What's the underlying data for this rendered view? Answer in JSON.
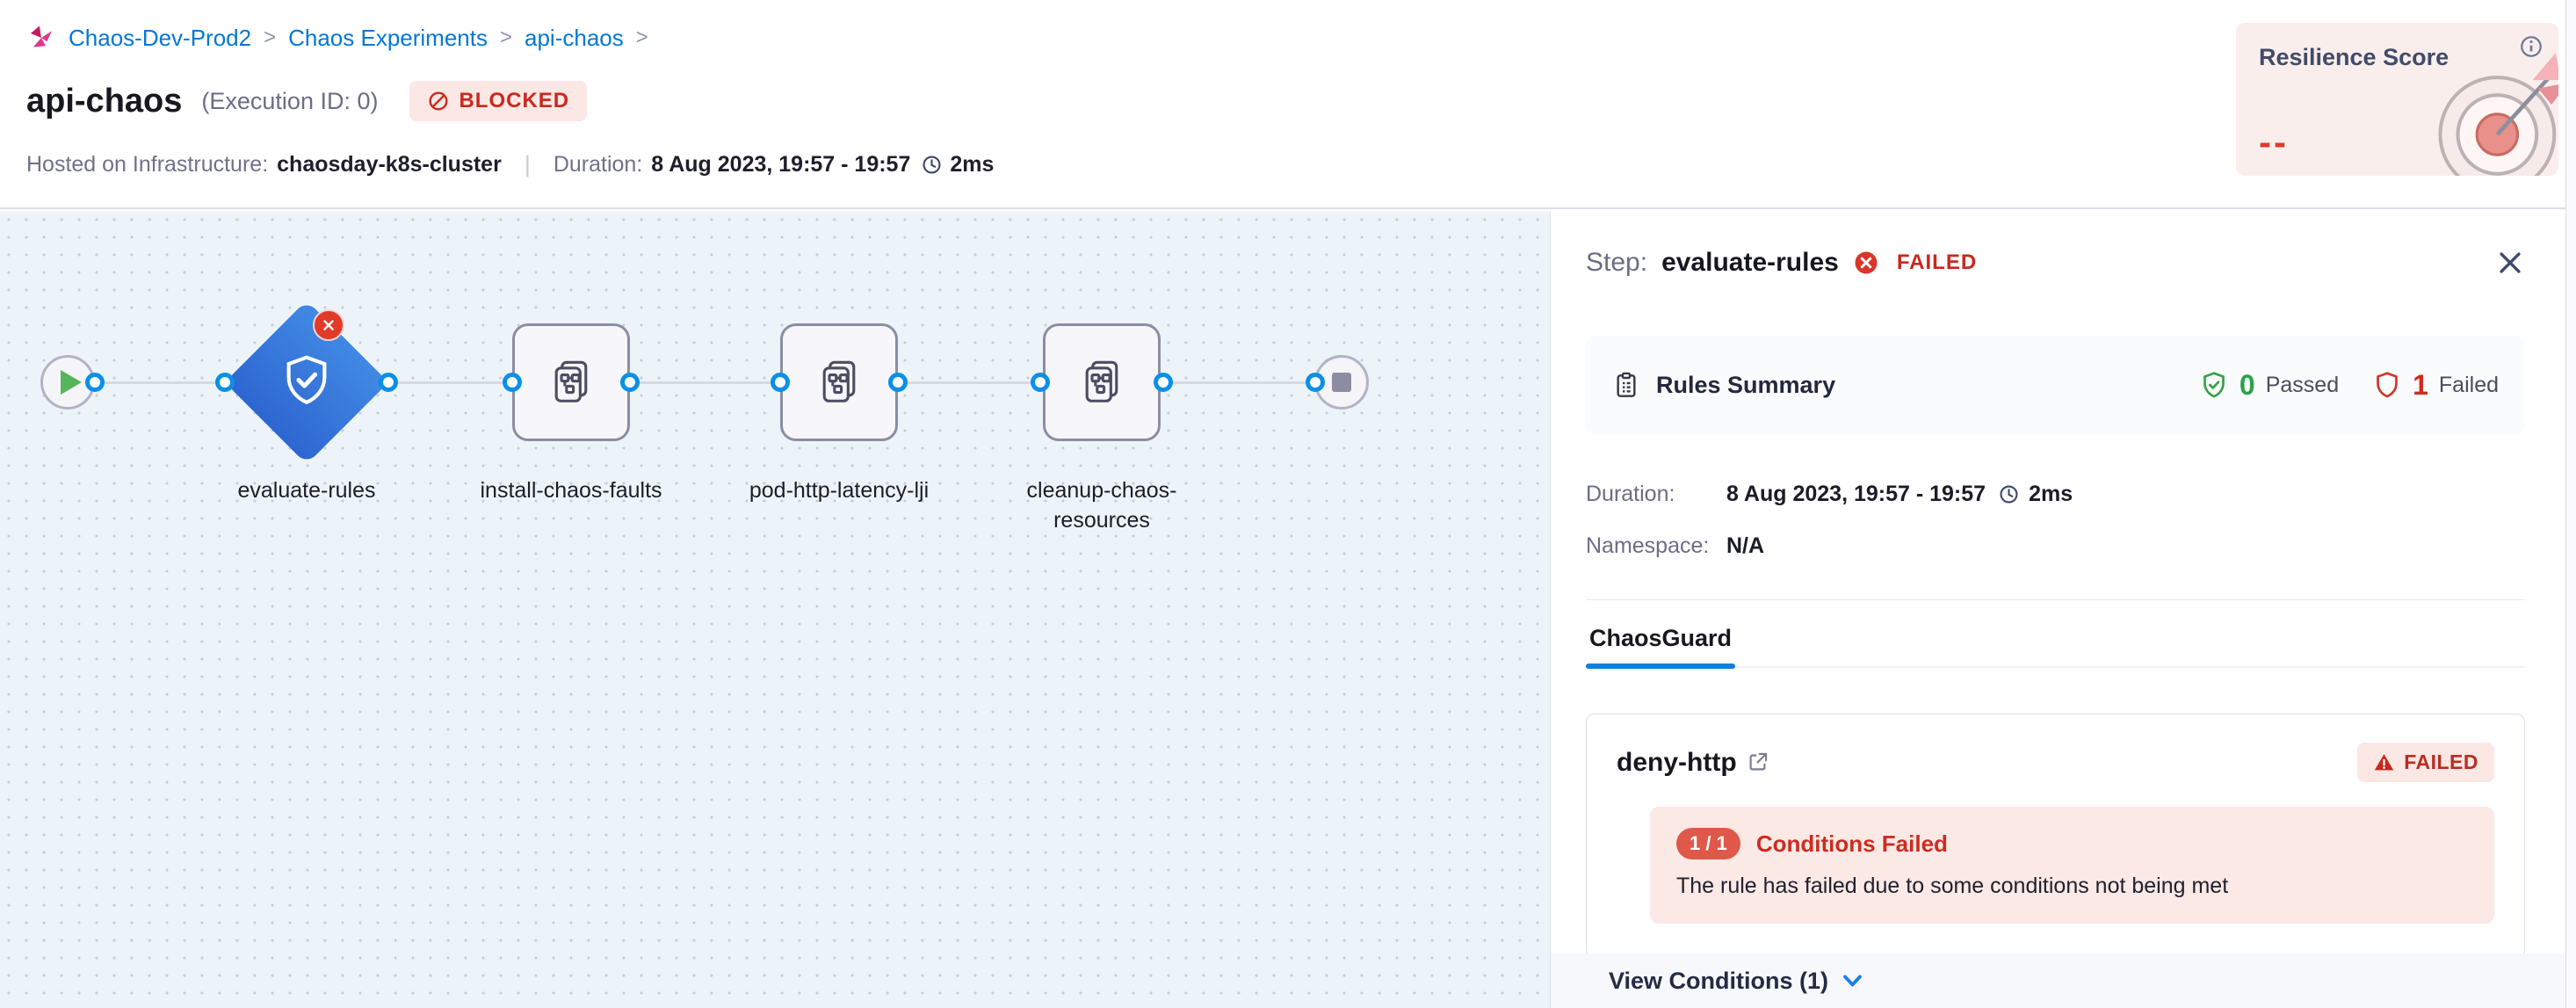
{
  "header": {
    "breadcrumb": {
      "items": [
        "Chaos-Dev-Prod2",
        "Chaos Experiments",
        "api-chaos"
      ],
      "separator": ">"
    },
    "title": "api-chaos",
    "execution_id": "(Execution ID: 0)",
    "status_badge": "BLOCKED",
    "infra_label": "Hosted on Infrastructure:",
    "infra_value": "chaosday-k8s-cluster",
    "duration_label": "Duration:",
    "duration_value": "8 Aug 2023, 19:57 - 19:57",
    "duration_total": "2ms",
    "resilience_card": {
      "title": "Resilience Score",
      "score": "--"
    }
  },
  "pipeline": {
    "nodes": [
      {
        "type": "start-node"
      },
      {
        "type": "guard-step",
        "label": "evaluate-rules",
        "status": "failed"
      },
      {
        "type": "fault-step",
        "label": "install-chaos-faults"
      },
      {
        "type": "fault-step",
        "label": "pod-http-latency-lji"
      },
      {
        "type": "fault-step",
        "label": "cleanup-chaos-resources"
      },
      {
        "type": "end-node"
      }
    ]
  },
  "panel": {
    "step_label": "Step:",
    "step_name": "evaluate-rules",
    "step_status": "FAILED",
    "rules_summary": {
      "title": "Rules Summary",
      "passed_count": "0",
      "passed_label": "Passed",
      "failed_count": "1",
      "failed_label": "Failed"
    },
    "duration_label": "Duration:",
    "duration_value": "8 Aug 2023, 19:57 - 19:57",
    "duration_total": "2ms",
    "namespace_label": "Namespace:",
    "namespace_value": "N/A",
    "active_tab": "ChaosGuard",
    "rule": {
      "name": "deny-http",
      "status": "FAILED",
      "conditions_ratio": "1 / 1",
      "conditions_title": "Conditions Failed",
      "conditions_message": "The rule has failed due to some conditions not being met",
      "view_conditions": "View Conditions (1)"
    }
  },
  "colors": {
    "accent_blue": "#0278d5",
    "failed_red": "#cf2b20",
    "passed_green": "#2aa34b",
    "node_blue": "#3b82e0",
    "canvas_bg": "#edf4f9"
  }
}
